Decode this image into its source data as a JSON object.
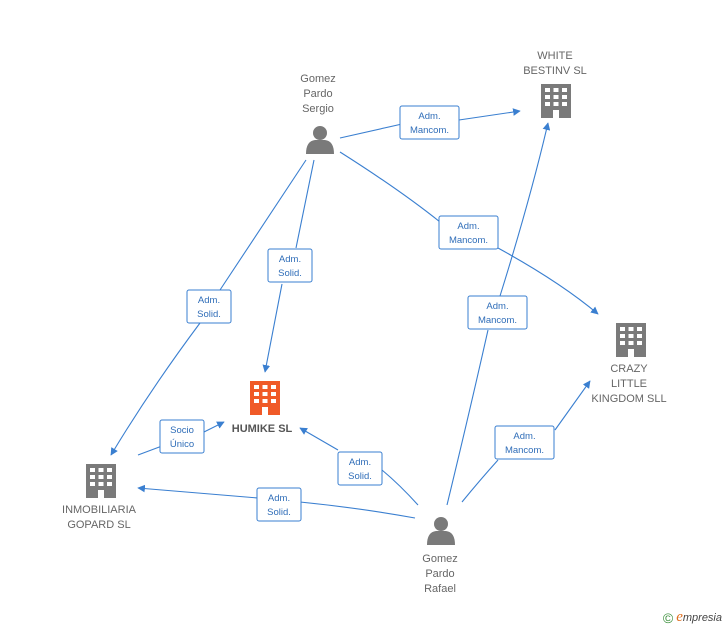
{
  "colors": {
    "edge": "#3a7fd0",
    "company": "#7a7a7a",
    "company_main": "#f05a28",
    "person": "#7a7a7a"
  },
  "nodes": {
    "sergio": {
      "type": "person",
      "icon": "person-icon",
      "lines": [
        "Gomez",
        "Pardo",
        "Sergio"
      ]
    },
    "rafael": {
      "type": "person",
      "icon": "person-icon",
      "lines": [
        "Gomez",
        "Pardo",
        "Rafael"
      ]
    },
    "white": {
      "type": "company",
      "icon": "building-icon",
      "lines": [
        "WHITE",
        "BESTINV  SL"
      ]
    },
    "crazy": {
      "type": "company",
      "icon": "building-icon",
      "lines": [
        "CRAZY",
        "LITTLE",
        "KINGDOM SLL"
      ]
    },
    "humike": {
      "type": "company-main",
      "icon": "building-icon",
      "lines": [
        "HUMIKE  SL"
      ]
    },
    "inmob": {
      "type": "company",
      "icon": "building-icon",
      "lines": [
        "INMOBILIARIA",
        "GOPARD SL"
      ]
    }
  },
  "edges": [
    {
      "id": "sergio-white",
      "lines": [
        "Adm.",
        "Mancom."
      ]
    },
    {
      "id": "sergio-crazy",
      "lines": [
        "Adm.",
        "Mancom."
      ]
    },
    {
      "id": "sergio-humike",
      "lines": [
        "Adm.",
        "Solid."
      ]
    },
    {
      "id": "sergio-inmob",
      "lines": [
        "Adm.",
        "Solid."
      ]
    },
    {
      "id": "rafael-white",
      "lines": [
        "Adm.",
        "Mancom."
      ]
    },
    {
      "id": "rafael-crazy",
      "lines": [
        "Adm.",
        "Mancom."
      ]
    },
    {
      "id": "rafael-humike",
      "lines": [
        "Adm.",
        "Solid."
      ]
    },
    {
      "id": "rafael-inmob",
      "lines": [
        "Adm.",
        "Solid."
      ]
    },
    {
      "id": "inmob-humike",
      "lines": [
        "Socio",
        "Único"
      ]
    }
  ],
  "brand": {
    "copyright": "©",
    "initial": "e",
    "rest": "mpresia"
  }
}
